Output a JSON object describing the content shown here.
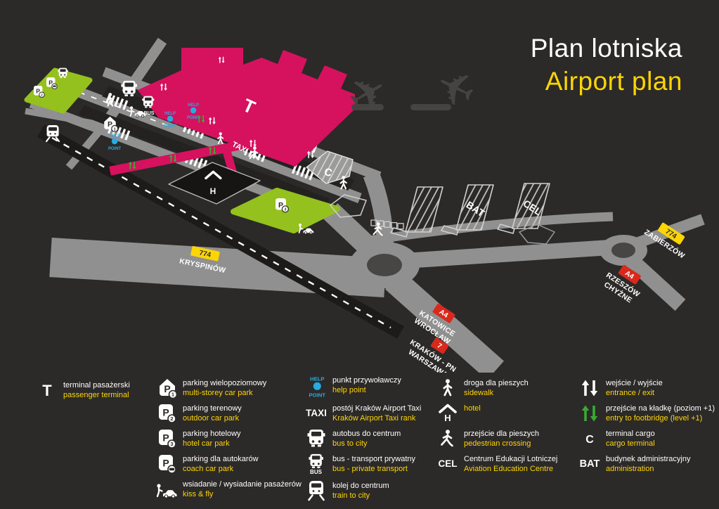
{
  "title": {
    "line1_pl": "Plan lotniska",
    "line2_en": "Airport plan"
  },
  "map": {
    "terminal_label": "T",
    "cargo_label": "C",
    "bat_label": "BAT",
    "cel_label": "CEL",
    "taxi_label": "TAXI",
    "bus_label": "BUS",
    "hotel_letter": "H",
    "help_point": {
      "line1": "HELP",
      "line2": "POINT"
    },
    "parking": {
      "letter": "P",
      "p1_num": "1",
      "p2_num": "2",
      "p3_num": "3"
    },
    "signs": {
      "kryspinow": {
        "road_no": "774",
        "name": "KRYSPINÓW"
      },
      "zabierzow": {
        "road_no": "774",
        "name": "ZABIERZÓW"
      },
      "rzeszow": {
        "road_no": "A4",
        "line1": "RZESZÓW",
        "line2": "CHYŻNE"
      },
      "katowice": {
        "road_no": "A4",
        "line1": "KATOWICE",
        "line2": "WROCŁAW"
      },
      "warszawa": {
        "road_no": "7",
        "line1": "KRAKÓW - PN",
        "line2": "WARSZAWA"
      }
    }
  },
  "legend": {
    "col1": [
      {
        "icon": "terminal",
        "pl": "terminal pasażerski",
        "en": "passenger terminal"
      }
    ],
    "col2": [
      {
        "icon": "parking-multistorey",
        "pl": "parking wielopoziomowy",
        "en": "multi-storey car park"
      },
      {
        "icon": "parking-outdoor",
        "pl": "parking terenowy",
        "en": "outdoor car park"
      },
      {
        "icon": "parking-hotel",
        "pl": "parking hotelowy",
        "en": "hotel car park"
      },
      {
        "icon": "parking-coach",
        "pl": "parking dla autokarów",
        "en": "coach car park"
      },
      {
        "icon": "kiss-and-fly",
        "pl": "wsiadanie / wysiadanie pasażerów",
        "en": "kiss & fly"
      }
    ],
    "col3": [
      {
        "icon": "help-point",
        "pl": "punkt przywoławczy",
        "en": "help point"
      },
      {
        "icon": "taxi",
        "pl": "postój Kraków Airport Taxi",
        "en": "Kraków Airport Taxi rank"
      },
      {
        "icon": "bus-to-city",
        "pl": "autobus do centrum",
        "en": "bus to city"
      },
      {
        "icon": "bus-private",
        "pl": "bus - transport prywatny",
        "en": "bus - private transport"
      },
      {
        "icon": "train-to-city",
        "pl": "kolej do centrum",
        "en": "train to city"
      }
    ],
    "col4": [
      {
        "icon": "sidewalk",
        "pl": "droga dla pieszych",
        "en": "sidewalk"
      },
      {
        "icon": "hotel",
        "pl": "",
        "en": "hotel"
      },
      {
        "icon": "pedestrian-crossing",
        "pl": "przejście dla pieszych",
        "en": "pedestrian crossing"
      },
      {
        "icon": "aviation-education-centre",
        "pl": "Centrum Edukacji Lotniczej",
        "en": "Aviation Education Centre"
      }
    ],
    "col5": [
      {
        "icon": "entrance-exit",
        "pl": "wejście / wyjście",
        "en": "entrance / exit"
      },
      {
        "icon": "footbridge",
        "pl": "przejście na kładkę (poziom +1)",
        "en": "entry to footbridge (level +1)"
      },
      {
        "icon": "cargo-terminal",
        "pl": "terminal cargo",
        "en": "cargo terminal"
      },
      {
        "icon": "administration",
        "pl": "budynek administracyjny",
        "en": "administration"
      }
    ]
  },
  "colors": {
    "background": "#2b2a29",
    "road_gray": "#8f908f",
    "terminal_magenta": "#d6115e",
    "parking_green": "#95c11f",
    "accent_yellow": "#ffd500",
    "sign_red": "#da291c",
    "help_blue": "#29abe2",
    "footbridge_green": "#3aaa35",
    "plane_gray": "#454443",
    "text_white": "#ffffff"
  }
}
